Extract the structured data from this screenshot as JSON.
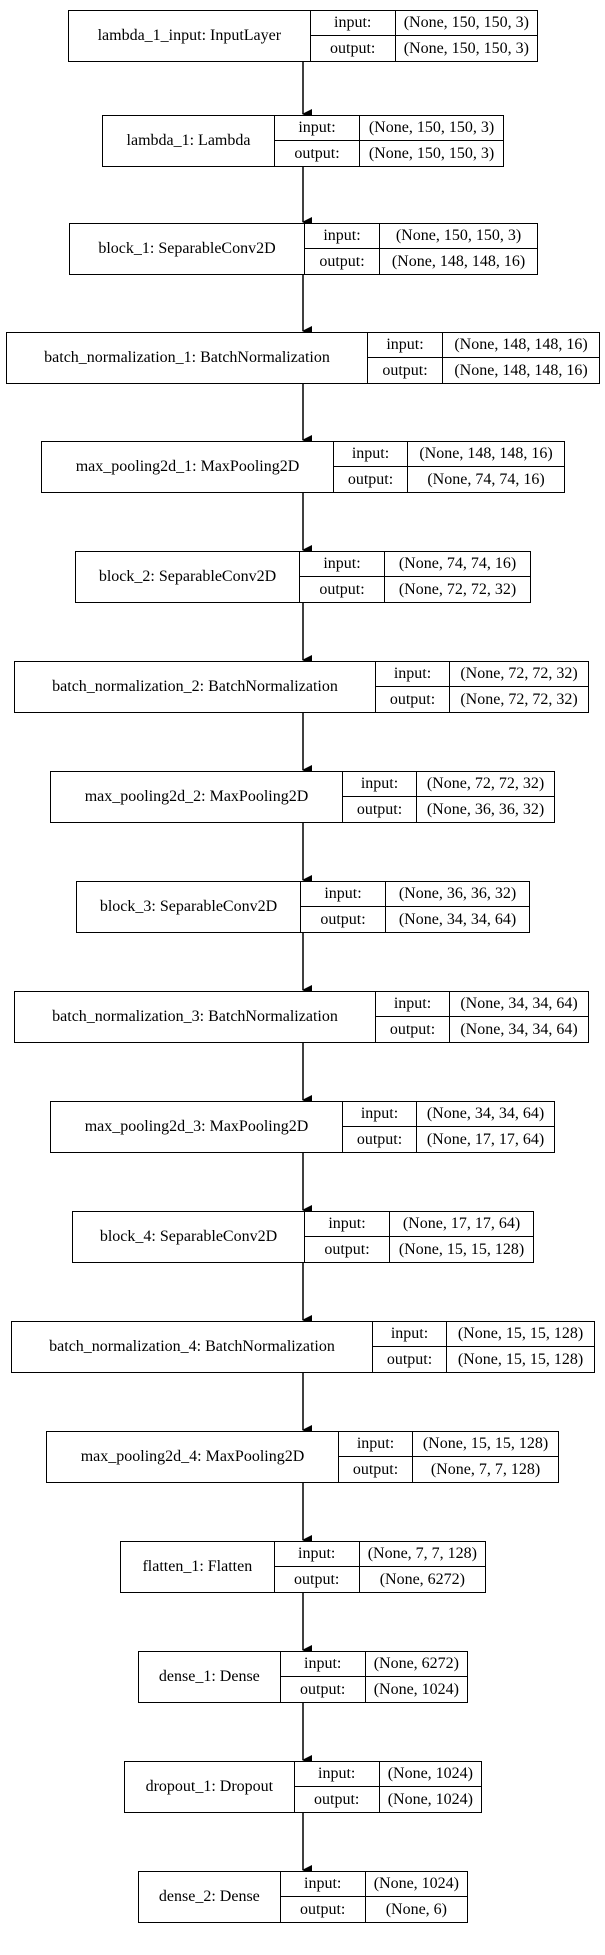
{
  "labels": {
    "input": "input:",
    "output": "output:"
  },
  "layers": [
    {
      "name": "lambda_1_input: InputLayer",
      "input": "(None, 150, 150, 3)",
      "output": "(None, 150, 150, 3)"
    },
    {
      "name": "lambda_1: Lambda",
      "input": "(None, 150, 150, 3)",
      "output": "(None, 150, 150, 3)"
    },
    {
      "name": "block_1: SeparableConv2D",
      "input": "(None, 150, 150, 3)",
      "output": "(None, 148, 148, 16)"
    },
    {
      "name": "batch_normalization_1: BatchNormalization",
      "input": "(None, 148, 148, 16)",
      "output": "(None, 148, 148, 16)"
    },
    {
      "name": "max_pooling2d_1: MaxPooling2D",
      "input": "(None, 148, 148, 16)",
      "output": "(None, 74, 74, 16)"
    },
    {
      "name": "block_2: SeparableConv2D",
      "input": "(None, 74, 74, 16)",
      "output": "(None, 72, 72, 32)"
    },
    {
      "name": "batch_normalization_2: BatchNormalization",
      "input": "(None, 72, 72, 32)",
      "output": "(None, 72, 72, 32)"
    },
    {
      "name": "max_pooling2d_2: MaxPooling2D",
      "input": "(None, 72, 72, 32)",
      "output": "(None, 36, 36, 32)"
    },
    {
      "name": "block_3: SeparableConv2D",
      "input": "(None, 36, 36, 32)",
      "output": "(None, 34, 34, 64)"
    },
    {
      "name": "batch_normalization_3: BatchNormalization",
      "input": "(None, 34, 34, 64)",
      "output": "(None, 34, 34, 64)"
    },
    {
      "name": "max_pooling2d_3: MaxPooling2D",
      "input": "(None, 34, 34, 64)",
      "output": "(None, 17, 17, 64)"
    },
    {
      "name": "block_4: SeparableConv2D",
      "input": "(None, 17, 17, 64)",
      "output": "(None, 15, 15, 128)"
    },
    {
      "name": "batch_normalization_4: BatchNormalization",
      "input": "(None, 15, 15, 128)",
      "output": "(None, 15, 15, 128)"
    },
    {
      "name": "max_pooling2d_4: MaxPooling2D",
      "input": "(None, 15, 15, 128)",
      "output": "(None, 7, 7, 128)"
    },
    {
      "name": "flatten_1: Flatten",
      "input": "(None, 7, 7, 128)",
      "output": "(None, 6272)"
    },
    {
      "name": "dense_1: Dense",
      "input": "(None, 6272)",
      "output": "(None, 1024)"
    },
    {
      "name": "dropout_1: Dropout",
      "input": "(None, 1024)",
      "output": "(None, 1024)"
    },
    {
      "name": "dense_2: Dense",
      "input": "(None, 1024)",
      "output": "(None, 6)"
    }
  ]
}
